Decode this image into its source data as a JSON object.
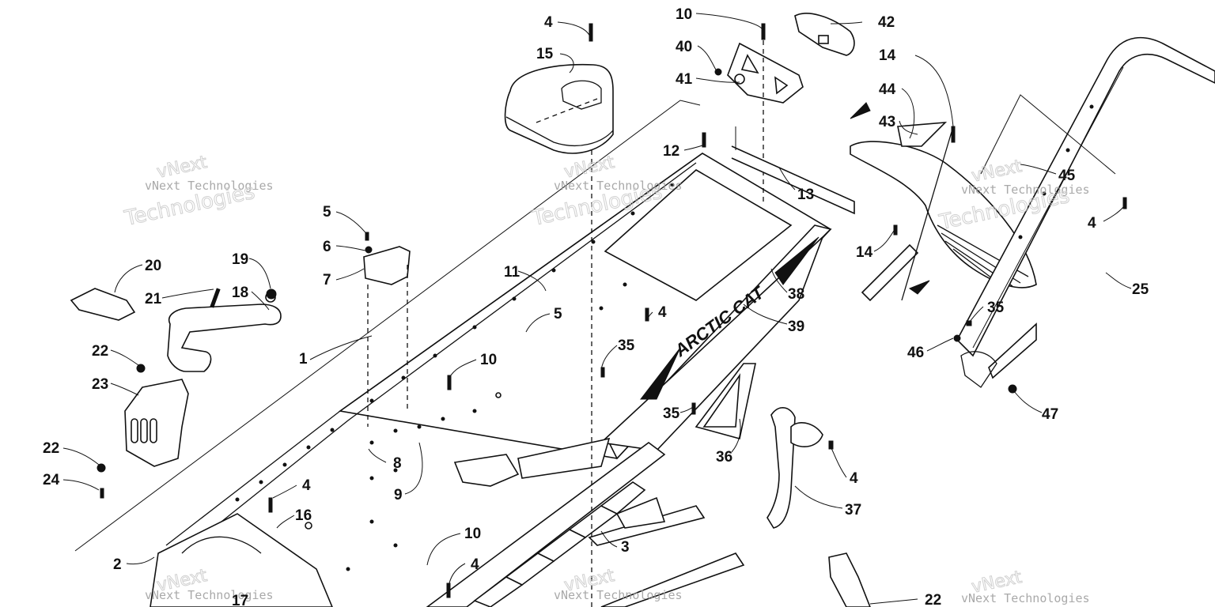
{
  "diagram": {
    "brand_decal": "ARCTIC CAT",
    "watermark_line": "vNext Technologies",
    "watermark_word": "Technologies",
    "watermark_brand": "vNext"
  },
  "callouts": [
    {
      "id": "c1",
      "text": "1"
    },
    {
      "id": "c2",
      "text": "2"
    },
    {
      "id": "c3",
      "text": "3"
    },
    {
      "id": "c4a",
      "text": "4"
    },
    {
      "id": "c4b",
      "text": "4"
    },
    {
      "id": "c4c",
      "text": "4"
    },
    {
      "id": "c4d",
      "text": "4"
    },
    {
      "id": "c4e",
      "text": "4"
    },
    {
      "id": "c4f",
      "text": "4"
    },
    {
      "id": "c5a",
      "text": "5"
    },
    {
      "id": "c5b",
      "text": "5"
    },
    {
      "id": "c6",
      "text": "6"
    },
    {
      "id": "c7",
      "text": "7"
    },
    {
      "id": "c8",
      "text": "8"
    },
    {
      "id": "c9",
      "text": "9"
    },
    {
      "id": "c10a",
      "text": "10"
    },
    {
      "id": "c10b",
      "text": "10"
    },
    {
      "id": "c10c",
      "text": "10"
    },
    {
      "id": "c11",
      "text": "11"
    },
    {
      "id": "c12",
      "text": "12"
    },
    {
      "id": "c13",
      "text": "13"
    },
    {
      "id": "c14a",
      "text": "14"
    },
    {
      "id": "c14b",
      "text": "14"
    },
    {
      "id": "c15",
      "text": "15"
    },
    {
      "id": "c16",
      "text": "16"
    },
    {
      "id": "c17",
      "text": "17"
    },
    {
      "id": "c18",
      "text": "18"
    },
    {
      "id": "c19",
      "text": "19"
    },
    {
      "id": "c20",
      "text": "20"
    },
    {
      "id": "c21",
      "text": "21"
    },
    {
      "id": "c22a",
      "text": "22"
    },
    {
      "id": "c22b",
      "text": "22"
    },
    {
      "id": "c22c",
      "text": "22"
    },
    {
      "id": "c23",
      "text": "23"
    },
    {
      "id": "c24",
      "text": "24"
    },
    {
      "id": "c25",
      "text": "25"
    },
    {
      "id": "c35a",
      "text": "35"
    },
    {
      "id": "c35b",
      "text": "35"
    },
    {
      "id": "c35c",
      "text": "35"
    },
    {
      "id": "c36",
      "text": "36"
    },
    {
      "id": "c37",
      "text": "37"
    },
    {
      "id": "c38",
      "text": "38"
    },
    {
      "id": "c39",
      "text": "39"
    },
    {
      "id": "c40",
      "text": "40"
    },
    {
      "id": "c41",
      "text": "41"
    },
    {
      "id": "c42",
      "text": "42"
    },
    {
      "id": "c43",
      "text": "43"
    },
    {
      "id": "c44",
      "text": "44"
    },
    {
      "id": "c45",
      "text": "45"
    },
    {
      "id": "c46",
      "text": "46"
    },
    {
      "id": "c47",
      "text": "47"
    }
  ]
}
